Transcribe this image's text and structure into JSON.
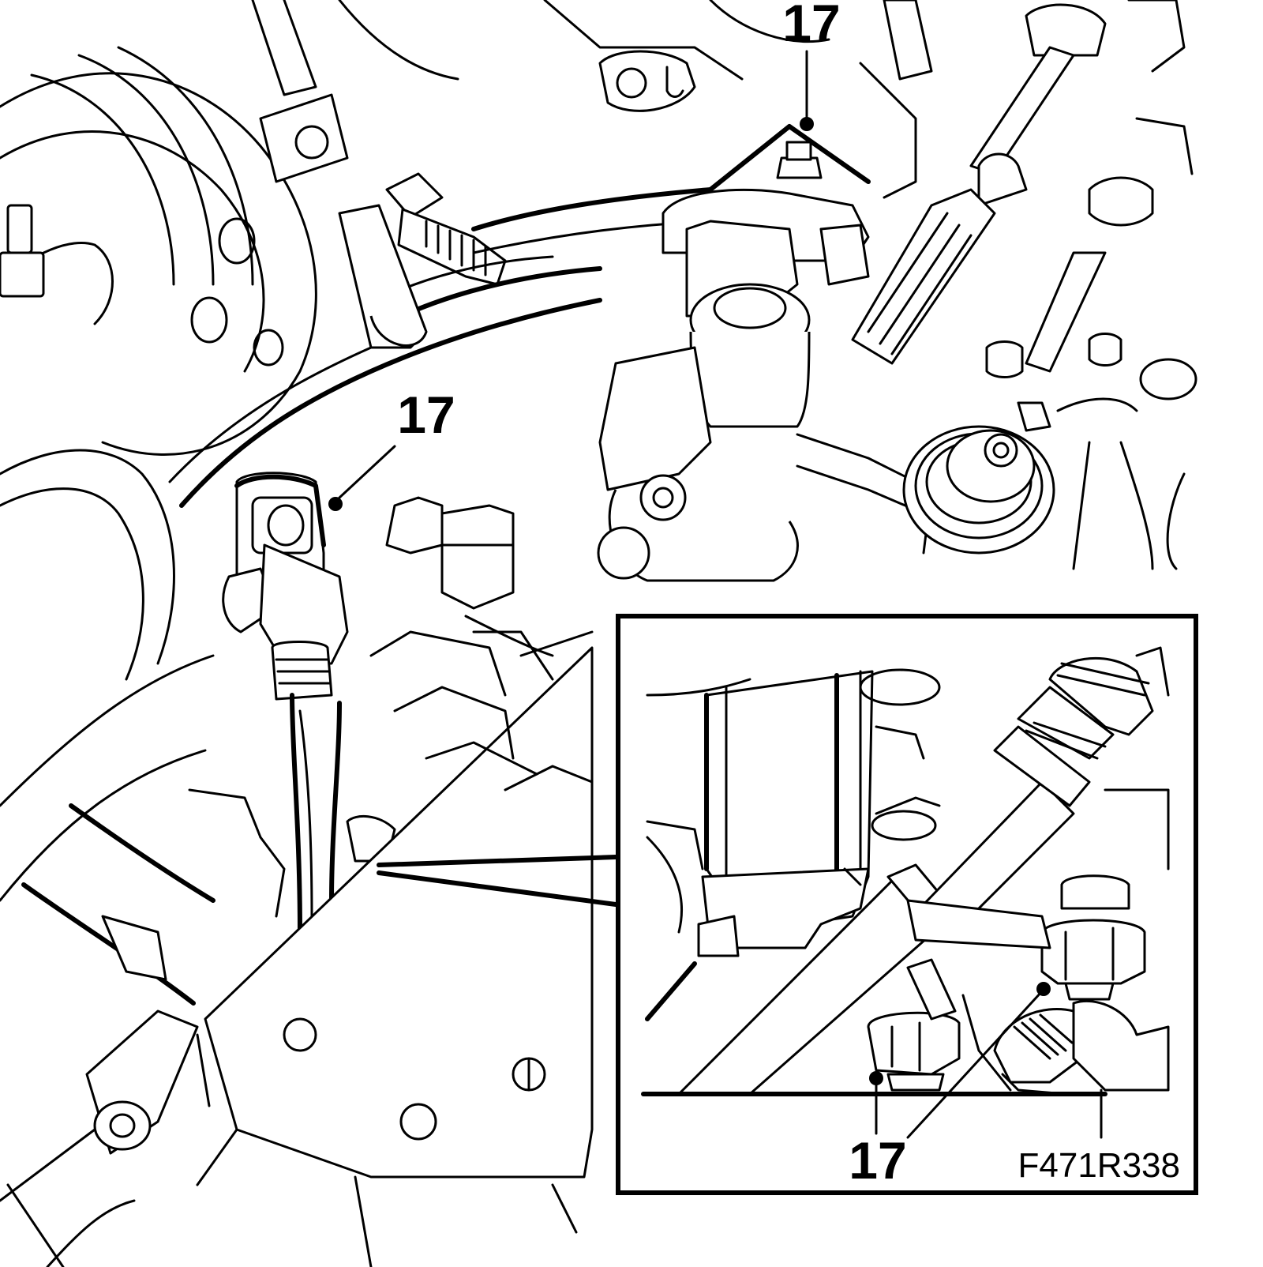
{
  "callouts": {
    "top": "17",
    "middle": "17",
    "inset": "17"
  },
  "figure_code": "F471R338"
}
